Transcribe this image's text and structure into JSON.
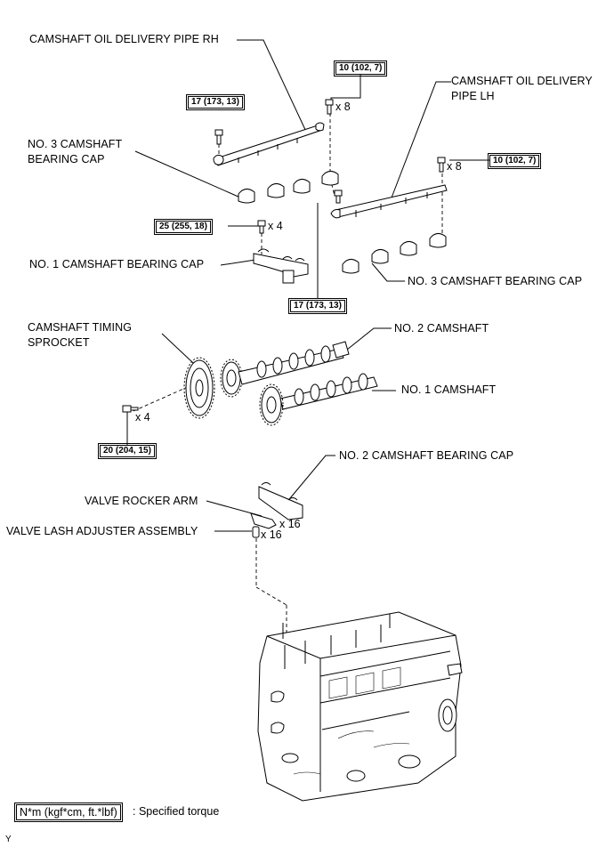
{
  "labels": {
    "oil_pipe_rh": "CAMSHAFT OIL DELIVERY PIPE RH",
    "oil_pipe_lh_1": "CAMSHAFT OIL DELIVERY",
    "oil_pipe_lh_2": "PIPE LH",
    "no3_cap_left_1": "NO. 3 CAMSHAFT",
    "no3_cap_left_2": "BEARING CAP",
    "no1_cap": "NO. 1 CAMSHAFT BEARING CAP",
    "no3_cap_right": "NO. 3 CAMSHAFT BEARING CAP",
    "timing_sprocket_1": "CAMSHAFT TIMING",
    "timing_sprocket_2": "SPROCKET",
    "no2_camshaft": "NO. 2 CAMSHAFT",
    "no1_camshaft": "NO. 1 CAMSHAFT",
    "no2_cap": "NO. 2 CAMSHAFT BEARING CAP",
    "rocker_arm": "VALVE ROCKER ARM",
    "lash_adjuster": "VALVE LASH ADJUSTER ASSEMBLY"
  },
  "torques": {
    "pipe_rh_bolt": "17 (173, 13)",
    "pipe_rh_8bolts": "10 (102, 7)",
    "pipe_lh_8bolts": "10 (102, 7)",
    "no1_cap_bolts": "25 (255, 18)",
    "center_bolt": "17 (173, 13)",
    "sprocket_bolts": "20 (204, 15)"
  },
  "quantities": {
    "pipe_rh_bolts": "x 8",
    "pipe_lh_bolts": "x 8",
    "no1_cap_bolts": "x 4",
    "sprocket_bolts": "x 4",
    "rocker_arms": "x 16",
    "lash_adjusters": "x 16"
  },
  "legend": {
    "unit": "N*m (kgf*cm, ft.*lbf)",
    "meaning": ": Specified torque"
  },
  "corner_mark": "Y"
}
